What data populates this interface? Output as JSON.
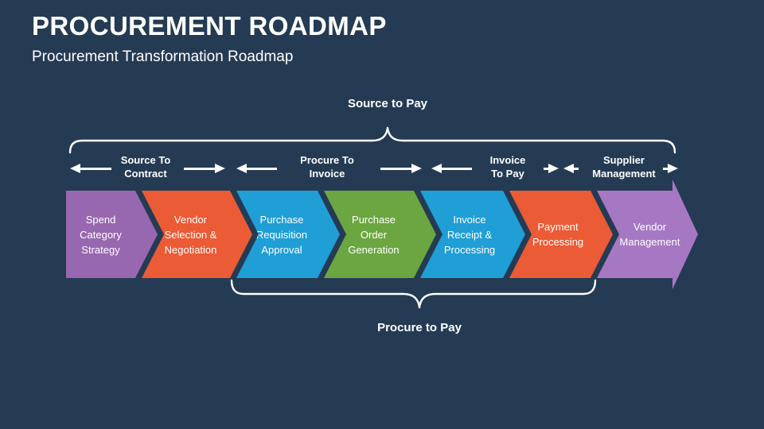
{
  "slide": {
    "title": "PROCUREMENT ROADMAP",
    "subtitle": "Procurement Transformation Roadmap",
    "background_color": "#253B53",
    "text_color": "#FFFFFF"
  },
  "top_brace": {
    "label": "Source to Pay"
  },
  "bottom_brace": {
    "label": "Procure to Pay"
  },
  "sections": [
    {
      "label": "Source To Contract",
      "lines": [
        "Source To",
        "Contract"
      ]
    },
    {
      "label": "Procure To Invoice",
      "lines": [
        "Procure To",
        "Invoice"
      ]
    },
    {
      "label": "Invoice To Pay",
      "lines": [
        "Invoice",
        "To Pay"
      ]
    },
    {
      "label": "Supplier Management",
      "lines": [
        "Supplier",
        "Management"
      ]
    }
  ],
  "stages": [
    {
      "label": "Spend Category Strategy",
      "lines": [
        "Spend",
        "Category",
        "Strategy"
      ],
      "color": "#9768AF"
    },
    {
      "label": "Vendor Selection & Negotiation",
      "lines": [
        "Vendor",
        "Selection &",
        "Negotiation"
      ],
      "color": "#EB5B35"
    },
    {
      "label": "Purchase Requisition Approval",
      "lines": [
        "Purchase",
        "Requisition",
        "Approval"
      ],
      "color": "#209ED6"
    },
    {
      "label": "Purchase Order Generation",
      "lines": [
        "Purchase Order",
        "Generation"
      ],
      "color": "#6BA640"
    },
    {
      "label": "Invoice Receipt & Processing",
      "lines": [
        "Invoice",
        "Receipt &",
        "Processing"
      ],
      "color": "#209ED6"
    },
    {
      "label": "Payment Processing",
      "lines": [
        "Payment",
        "Processing"
      ],
      "color": "#EB5B35"
    },
    {
      "label": "Vendor Management",
      "lines": [
        "Vendor",
        "Management"
      ],
      "color": "#A678C3"
    }
  ]
}
